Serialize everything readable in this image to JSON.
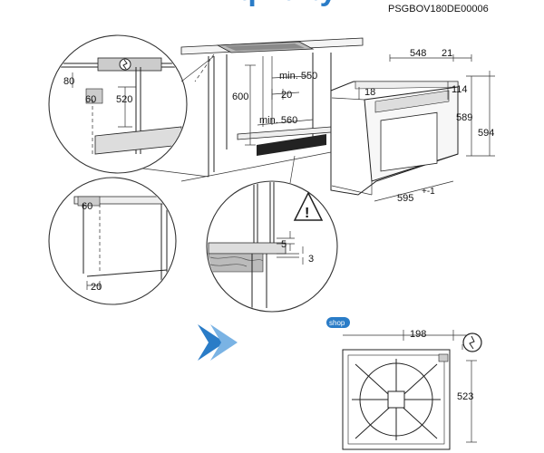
{
  "doc_code": "PSGBOV180DE00006",
  "install": {
    "min550": "min. 550",
    "min560": "min. 560",
    "d20": "20",
    "d600": "600",
    "d80": "80",
    "d60a": "60",
    "d520": "520",
    "d60b": "60",
    "d20b": "20",
    "d5": "5",
    "d3": "3"
  },
  "oven": {
    "d548": "548",
    "d21": "21",
    "d18": "18",
    "d114": "114",
    "d589": "589",
    "d594": "594",
    "d595": "595",
    "tol": "+-1"
  },
  "back": {
    "d198": "198",
    "d523": "523"
  },
  "watermark": {
    "text": "qwerty",
    "badge": "shop",
    "color": "#2a7cc7"
  }
}
